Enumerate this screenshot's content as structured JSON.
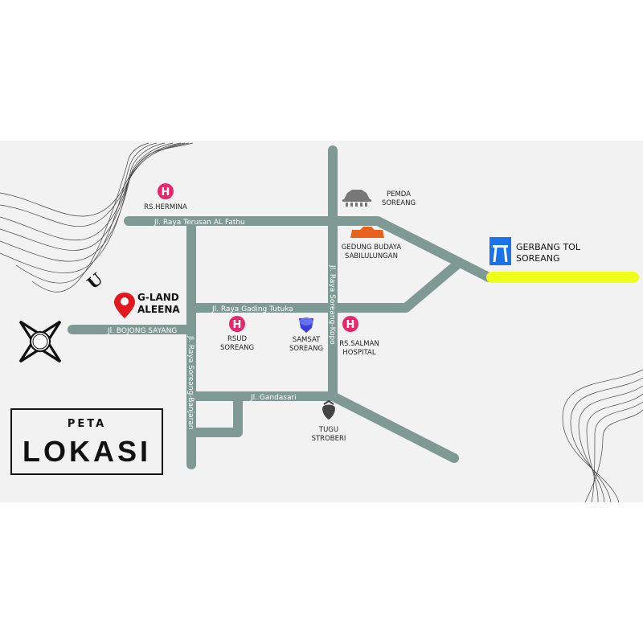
{
  "title": {
    "small": "PETA",
    "large": "LOKASI"
  },
  "compass_label": "U",
  "location": {
    "line1": "G-LAND",
    "line2": "ALEENA"
  },
  "roads": {
    "terusan": "Jl. Raya Terusan AL Fathu",
    "gading": "Jl. Raya Gading Tutuka",
    "bojong": "Jl. BOJONG SAYANG",
    "banjaran": "Jl. Raya Soreang-Banjaran",
    "kopo": "Jl. Raya Soreang-Kopo",
    "gandasari": "Jl. Gandasari"
  },
  "places": {
    "hermina": "RS.HERMINA",
    "pemda": [
      "PEMDA",
      "SOREANG"
    ],
    "gedung": [
      "GEDUNG BUDAYA",
      "SABILULUNGAN"
    ],
    "tol": [
      "GERBANG TOL",
      "SOREANG"
    ],
    "rsud": [
      "RSUD",
      "SOREANG"
    ],
    "samsat": [
      "SAMSAT",
      "SOREANG"
    ],
    "salman": [
      "RS.SALMAN",
      "HOSPITAL"
    ],
    "tugu": [
      "TUGU",
      "STROBERI"
    ]
  },
  "colors": {
    "road": "#7f9a94",
    "toll_road": "#eeff1a",
    "hospital": "#e8266e",
    "pin": "#e0191f",
    "toll_sign": "#1a73e8",
    "gedung": "#e8621e"
  }
}
